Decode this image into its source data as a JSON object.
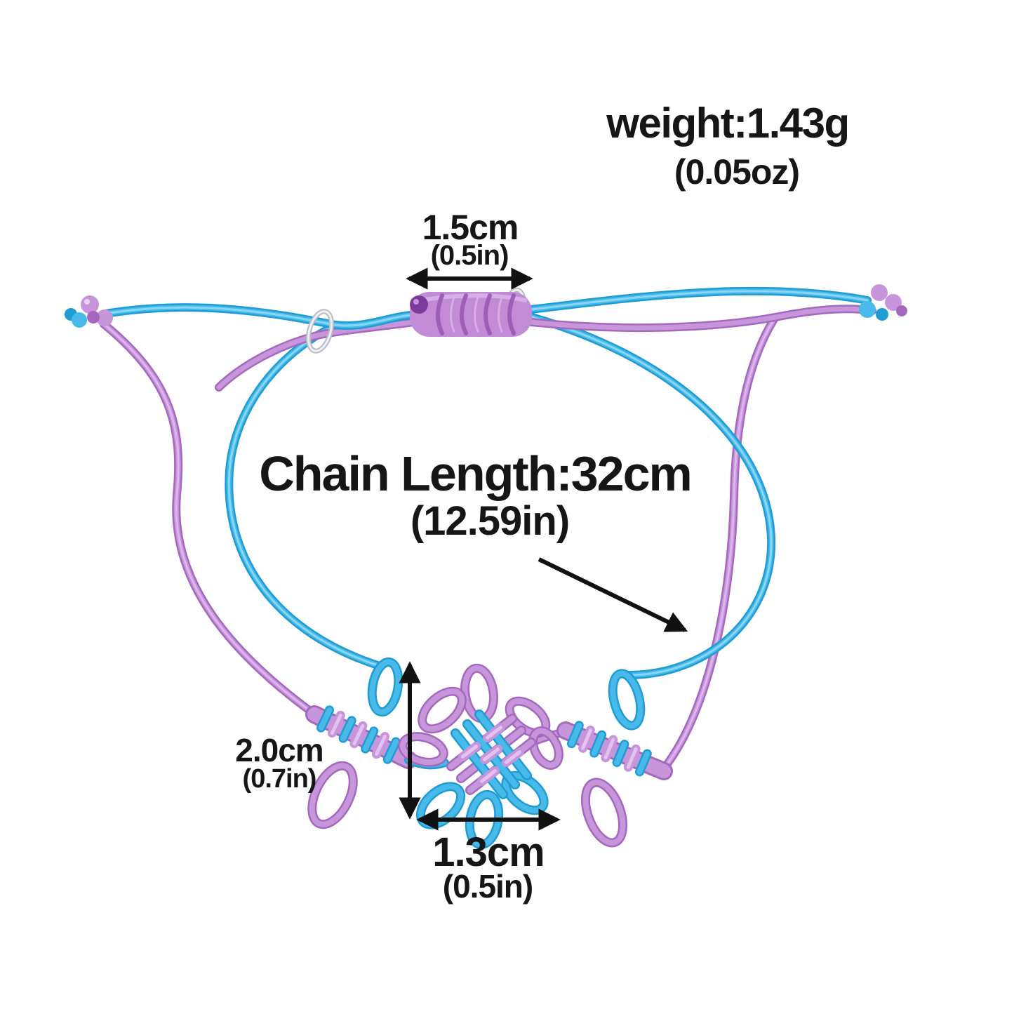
{
  "annotations": {
    "weight": {
      "main": "weight:1.43g",
      "alt": "(0.05oz)"
    },
    "clasp_width": {
      "main": "1.5cm",
      "alt": "(0.5in)"
    },
    "chain_length": {
      "main": "Chain Length:32cm",
      "alt": "(12.59in)"
    },
    "knot_height": {
      "main": "2.0cm",
      "alt": "(0.7in)"
    },
    "knot_width": {
      "main": "1.3cm",
      "alt": "(0.5in)"
    }
  },
  "colors": {
    "background": "#ffffff",
    "annotation_text": "#161616",
    "arrow": "#111111",
    "cord_blue": "#47bae9",
    "cord_blue_dark": "#1f9cd3",
    "cord_blue_light": "#9ee0f7",
    "cord_purple": "#c795da",
    "cord_purple_dark": "#a568bf",
    "cord_purple_light": "#e3c2f2",
    "slider_knot": "#c18bd5",
    "slider_knot_dark": "#9c5fb5",
    "slider_knot_light": "#ddb6ec",
    "end_bead": "#7e3a9b",
    "ring_silver": "#b8bcc4"
  }
}
